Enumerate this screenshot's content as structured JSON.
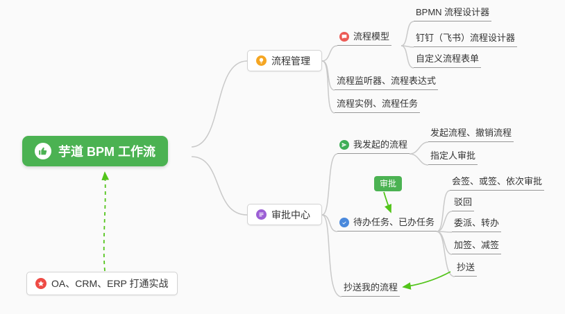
{
  "root": {
    "label": "芋道 BPM 工作流"
  },
  "badge": {
    "label": "审批"
  },
  "nodes": {
    "process_management": {
      "label": "流程管理"
    },
    "process_model": {
      "label": "流程模型"
    },
    "bpmn_designer": {
      "label": "BPMN 流程设计器"
    },
    "dingtalk_designer": {
      "label": "钉钉（飞书）流程设计器"
    },
    "custom_form": {
      "label": "自定义流程表单"
    },
    "listener_expression": {
      "label": "流程监听器、流程表达式"
    },
    "instance_task": {
      "label": "流程实例、流程任务"
    },
    "approval_center": {
      "label": "审批中心"
    },
    "my_initiated": {
      "label": "我发起的流程"
    },
    "initiate_cancel": {
      "label": "发起流程、撤销流程"
    },
    "assign_approver": {
      "label": "指定人审批"
    },
    "todo_done": {
      "label": "待办任务、已办任务"
    },
    "countersign": {
      "label": "会签、或签、依次审批"
    },
    "reject": {
      "label": "驳回"
    },
    "delegate": {
      "label": "委派、转办"
    },
    "sign_add_remove": {
      "label": "加签、减签"
    },
    "cc": {
      "label": "抄送"
    },
    "cc_my": {
      "label": "抄送我的流程"
    },
    "oa_practice": {
      "label": "OA、CRM、ERP 打通实战"
    }
  },
  "colors": {
    "root_green": "#4bb252",
    "arrow_green": "#52c41a",
    "icon_orange": "#f5a623",
    "icon_red": "#ec5b56",
    "icon_purple": "#9c5fd5",
    "icon_green": "#3fae57",
    "icon_blue": "#4a89dc",
    "icon_star_red": "#ee4b45",
    "connector_gray": "#c9c9c9",
    "background": "#fafafa"
  }
}
